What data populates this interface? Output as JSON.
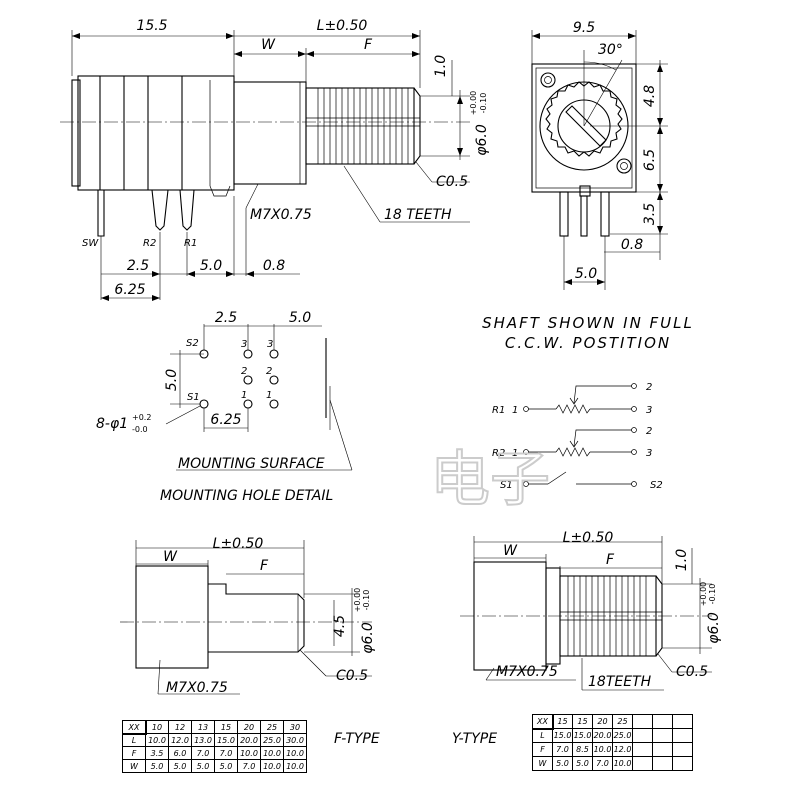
{
  "top_view": {
    "dim_overall": "15.5",
    "dim_length": "L±0.50",
    "dim_w": "W",
    "dim_f": "F",
    "dim_1_0": "1.0",
    "dim_dia": "φ6.0",
    "dia_tol_upper": "+0.00",
    "dia_tol_lower": "-0.10",
    "chamfer": "C0.5",
    "thread": "M7X0.75",
    "teeth": "18 TEETH",
    "pin_sw": "SW",
    "pin_r2": "R2",
    "pin_r1": "R1",
    "dim_2_5": "2.5",
    "dim_5_0": "5.0",
    "dim_0_8": "0.8",
    "dim_6_25": "6.25"
  },
  "front_view": {
    "dim_9_5": "9.5",
    "angle": "30°",
    "dim_4_8": "4.8",
    "dim_6_5": "6.5",
    "dim_3_5": "3.5",
    "dim_0_8": "0.8",
    "dim_5_0": "5.0"
  },
  "note": {
    "line1": "SHAFT SHOWN IN FULL",
    "line2": "C.C.W. POSTITION"
  },
  "mounting": {
    "dim_2_5": "2.5",
    "dim_5_0_top": "5.0",
    "dim_5_0_side": "5.0",
    "dim_6_25": "6.25",
    "pin_s2": "S2",
    "pin_s1": "S1",
    "num_3a": "3",
    "num_3b": "3",
    "num_2a": "2",
    "num_2b": "2",
    "num_1a": "1",
    "num_1b": "1",
    "hole_spec": "8-φ1",
    "hole_tol_upper": "+0.2",
    "hole_tol_lower": "-0.0",
    "surface_label": "MOUNTING SURFACE",
    "detail_title": "MOUNTING HOLE DETAIL"
  },
  "schematic": {
    "r1": "R1",
    "r2": "R2",
    "s1": "S1",
    "s2": "S2",
    "t1a": "1",
    "t1b": "1",
    "t2a": "2",
    "t2b": "2",
    "t3a": "3",
    "t3b": "3"
  },
  "f_type": {
    "dim_length": "L±0.50",
    "dim_w": "W",
    "dim_f": "F",
    "dim_4_5": "4.5",
    "dim_dia": "φ6.0",
    "dia_tol_upper": "+0.00",
    "dia_tol_lower": "-0.10",
    "chamfer": "C0.5",
    "thread": "M7X0.75",
    "type_label": "F-TYPE",
    "table": {
      "headers": [
        "XX",
        "10",
        "12",
        "13",
        "15",
        "20",
        "25",
        "30"
      ],
      "rows": [
        [
          "L",
          "10.0",
          "12.0",
          "13.0",
          "15.0",
          "20.0",
          "25.0",
          "30.0"
        ],
        [
          "F",
          "3.5",
          "6.0",
          "7.0",
          "7.0",
          "10.0",
          "10.0",
          "10.0"
        ],
        [
          "W",
          "5.0",
          "5.0",
          "5.0",
          "5.0",
          "7.0",
          "10.0",
          "10.0"
        ]
      ]
    }
  },
  "y_type": {
    "dim_length": "L±0.50",
    "dim_w": "W",
    "dim_f": "F",
    "dim_1_0": "1.0",
    "dim_dia": "φ6.0",
    "dia_tol_upper": "+0.00",
    "dia_tol_lower": "-0.10",
    "chamfer": "C0.5",
    "thread": "M7X0.75",
    "teeth": "18TEETH",
    "type_label": "Y-TYPE",
    "table": {
      "headers": [
        "XX",
        "15",
        "15",
        "20",
        "25",
        "",
        "",
        ""
      ],
      "rows": [
        [
          "L",
          "15.0",
          "15.0",
          "20.0",
          "25.0",
          "",
          "",
          ""
        ],
        [
          "F",
          "7.0",
          "8.5",
          "10.0",
          "12.0",
          "",
          "",
          ""
        ],
        [
          "W",
          "5.0",
          "5.0",
          "7.0",
          "10.0",
          "",
          "",
          ""
        ]
      ]
    }
  },
  "watermark": "电子"
}
